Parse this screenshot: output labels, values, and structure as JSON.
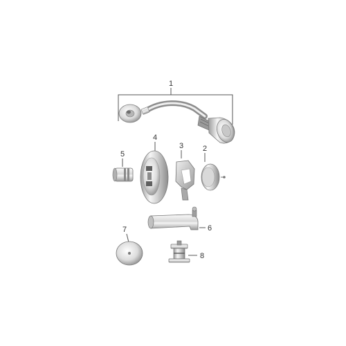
{
  "diagram": {
    "title": "",
    "callouts": {
      "c1": "1",
      "c2": "2",
      "c3": "3",
      "c4": "4",
      "c5": "5",
      "c6": "6",
      "c7": "7",
      "c8": "8"
    },
    "colors": {
      "background": "#ffffff",
      "line": "#555555",
      "chrome_light": "#f2f2f2",
      "chrome_mid": "#c9c9c9",
      "chrome_dark": "#8a8a8a"
    }
  }
}
